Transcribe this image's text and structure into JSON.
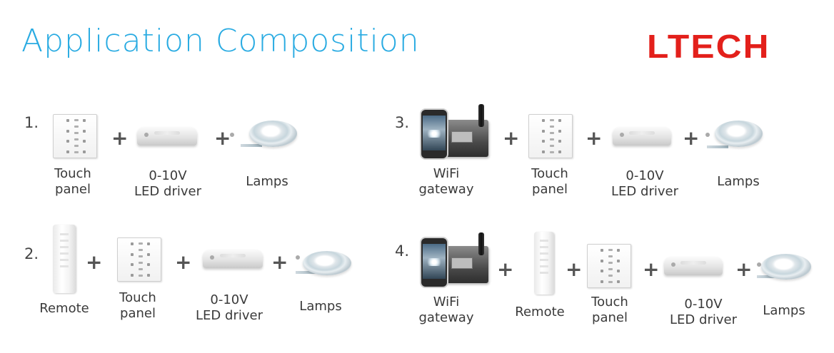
{
  "header": {
    "title": "Application Composition",
    "logo_text": "LTECH",
    "accent_color": "#29abe2",
    "brand_color": "#e3201b"
  },
  "compositions": [
    {
      "number": "1.",
      "components": [
        {
          "icon": "touch-panel-icon",
          "label_lines": [
            "Touch",
            "panel"
          ]
        },
        {
          "icon": "led-driver-icon",
          "label_lines": [
            "0-10V",
            "LED driver"
          ]
        },
        {
          "icon": "led-strip-reel-icon",
          "label_lines": [
            "Lamps"
          ]
        }
      ]
    },
    {
      "number": "2.",
      "components": [
        {
          "icon": "remote-icon",
          "label_lines": [
            "Remote"
          ]
        },
        {
          "icon": "touch-panel-icon",
          "label_lines": [
            "Touch",
            "panel"
          ]
        },
        {
          "icon": "led-driver-icon",
          "label_lines": [
            "0-10V",
            "LED driver"
          ]
        },
        {
          "icon": "led-strip-reel-icon",
          "label_lines": [
            "Lamps"
          ]
        }
      ]
    },
    {
      "number": "3.",
      "components": [
        {
          "icon": "wifi-gateway-icon",
          "label_lines": [
            "WiFi",
            "gateway"
          ]
        },
        {
          "icon": "touch-panel-icon",
          "label_lines": [
            "Touch",
            "panel"
          ]
        },
        {
          "icon": "led-driver-icon",
          "label_lines": [
            "0-10V",
            "LED driver"
          ]
        },
        {
          "icon": "led-strip-reel-icon",
          "label_lines": [
            "Lamps"
          ]
        }
      ]
    },
    {
      "number": "4.",
      "components": [
        {
          "icon": "wifi-gateway-icon",
          "label_lines": [
            "WiFi",
            "gateway"
          ]
        },
        {
          "icon": "remote-icon",
          "label_lines": [
            "Remote"
          ]
        },
        {
          "icon": "touch-panel-icon",
          "label_lines": [
            "Touch",
            "panel"
          ]
        },
        {
          "icon": "led-driver-icon",
          "label_lines": [
            "0-10V",
            "LED driver"
          ]
        },
        {
          "icon": "led-strip-reel-icon",
          "label_lines": [
            "Lamps"
          ]
        }
      ]
    }
  ],
  "operator": "+"
}
